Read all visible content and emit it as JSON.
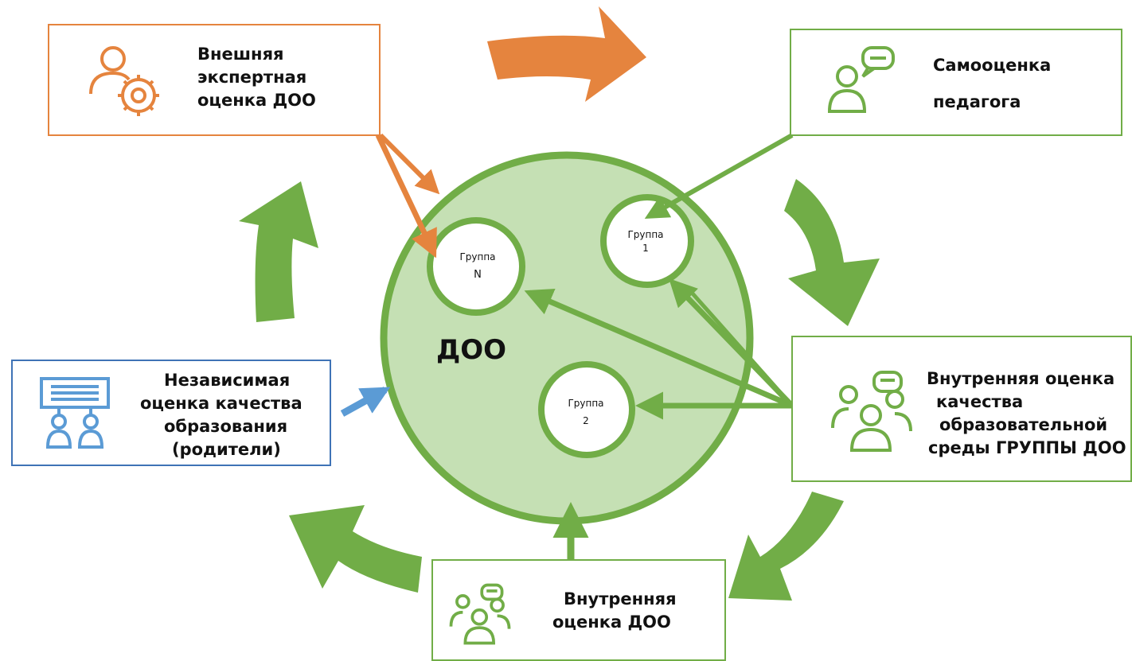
{
  "center": {
    "label": "ДОО"
  },
  "groups": {
    "n": {
      "line1": "Группа",
      "line2": "N"
    },
    "g1": {
      "line1": "Группа",
      "line2": "1"
    },
    "g2": {
      "line1": "Группа",
      "line2": "2"
    }
  },
  "boxes": {
    "external": {
      "lines": [
        "Внешняя",
        "экспертная",
        "оценка ДОО"
      ],
      "icon": "user-gear-icon"
    },
    "self": {
      "lines": [
        "Самооценка",
        "педагога"
      ],
      "icon": "user-speech-icon"
    },
    "inner_group": {
      "lines": [
        "Внутренняя оценка",
        "качества",
        "образовательной",
        "среды ГРУППЫ ДОО"
      ],
      "icon": "group-speech-icon"
    },
    "inner_doo": {
      "lines": [
        "Внутренняя",
        "оценка ДОО"
      ],
      "icon": "group-speech-icon"
    },
    "independent": {
      "lines": [
        "Независимая",
        "оценка качества",
        "образования",
        "(родители)"
      ],
      "icon": "presentation-parents-icon"
    }
  },
  "colors": {
    "green": "#71ad47",
    "orange": "#e5843e",
    "blue": "#3f73b6",
    "circle_fill": "#c5e0b4"
  }
}
